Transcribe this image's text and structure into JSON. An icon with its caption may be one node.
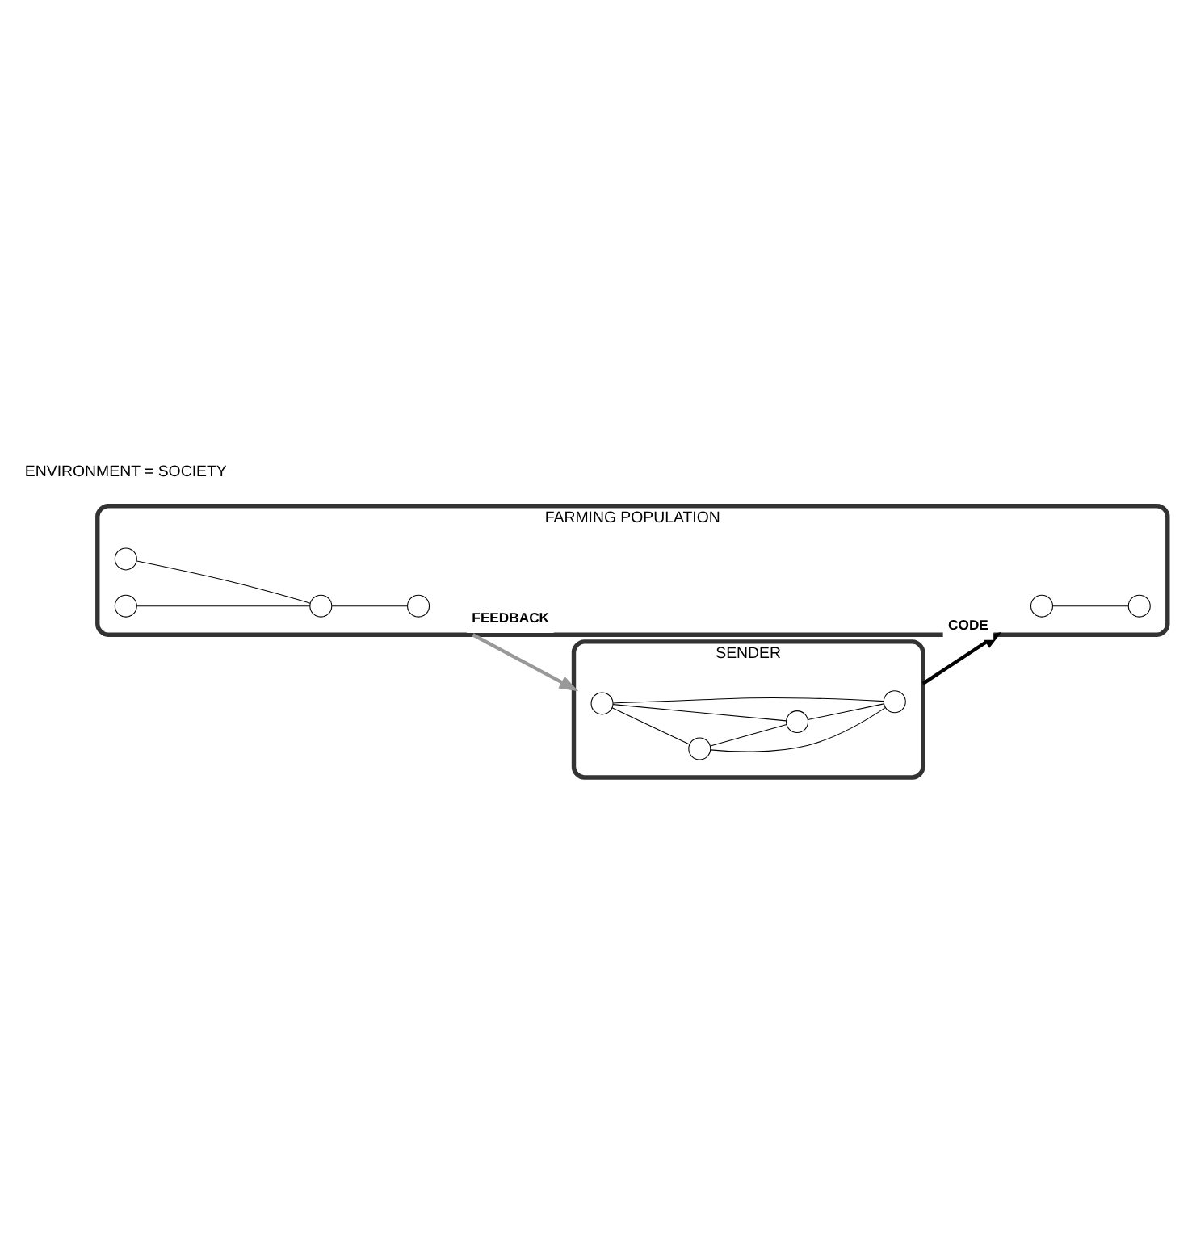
{
  "diagram": {
    "nodes": [
      {
        "text": [
          "SENDER"
        ]
      },
      {
        "text": [
          "FARMING POPULATION"
        ]
      },
      {
        "text": [],
        "shape": "circle",
        "in": 0
      },
      {
        "text": [],
        "shape": "circle",
        "in": 0
      },
      {
        "text": [],
        "shape": "circle",
        "in": 0
      },
      {
        "text": [],
        "shape": "circle",
        "in": 0
      },
      {
        "text": [],
        "shape": "circle",
        "in": 1
      },
      {
        "text": [],
        "shape": "circle",
        "in": 1
      },
      {
        "text": [],
        "shape": "circle",
        "in": 1
      },
      {
        "text": [],
        "shape": "circle",
        "in": 1
      },
      {
        "text": [],
        "shape": "circle",
        "in": 1
      },
      {
        "text": [],
        "shape": "circle",
        "in": 1
      }
    ],
    "edges": [
      {
        "from": 2,
        "to": 3,
        "arrow": "none"
      },
      {
        "from": 2,
        "to": 4,
        "arrow": "none"
      },
      {
        "from": 2,
        "to": 5,
        "arrow": "none"
      },
      {
        "from": 3,
        "to": 4,
        "arrow": "none"
      },
      {
        "from": 3,
        "to": 5,
        "arrow": "none"
      },
      {
        "from": 4,
        "to": 5,
        "arrow": "none"
      },
      {
        "from": 6,
        "to": 7,
        "arrow": "none"
      },
      {
        "from": 8,
        "to": 10,
        "arrow": "none"
      },
      {
        "from": 9,
        "to": 10,
        "arrow": "none"
      },
      {
        "from": 10,
        "to": 11,
        "arrow": "none"
      },
      {
        "from": 0,
        "to": 1,
        "arrow": "to",
        "label": "CODE",
        "style": "thick"
      },
      {
        "from": 1,
        "to": 0,
        "arrow": "to",
        "label": "FEEDBACK",
        "style": "thick",
        "color": "#999999"
      }
    ],
    "labels": [
      "ENVIRONMENT = SOCIETY"
    ]
  }
}
